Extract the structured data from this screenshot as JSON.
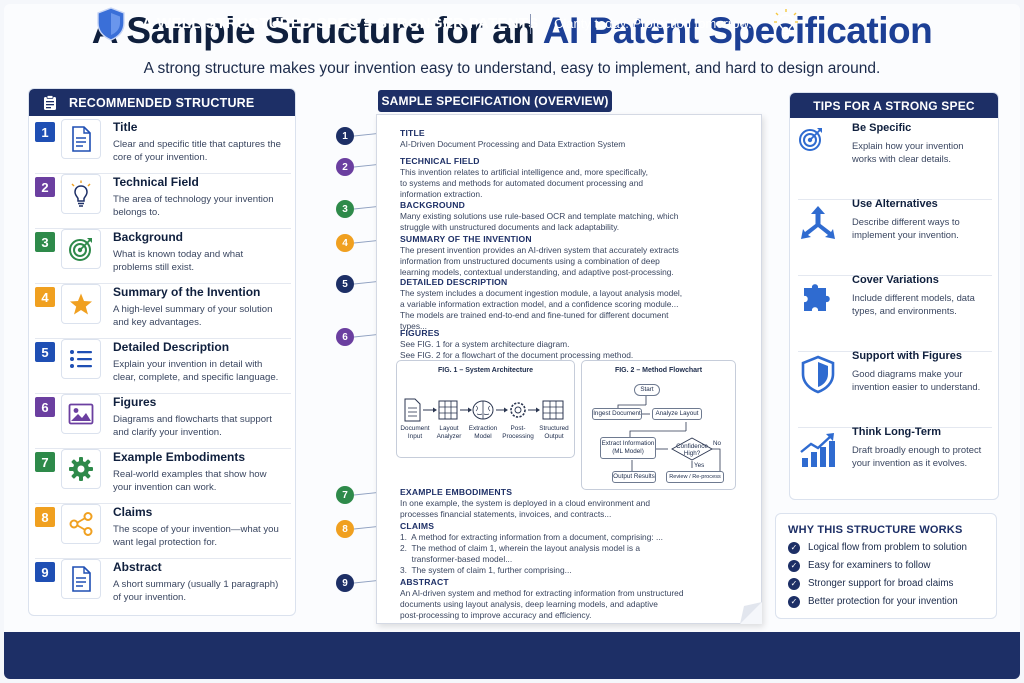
{
  "header": {
    "title_part1": "A Sample Structure for an ",
    "title_part2": "AI Patent Specification",
    "subtitle": "A strong structure makes your invention easy to understand, easy to implement, and hard to design around."
  },
  "colors": {
    "navy": "#1d2f66",
    "blue": "#1f4fb4",
    "purple": "#6b3fa0",
    "green": "#2e8a4a",
    "orange": "#f0a020"
  },
  "recommended": {
    "header": "RECOMMENDED STRUCTURE",
    "items": [
      {
        "num": "1",
        "color": "#1f4fb4",
        "icon": "document-icon",
        "title": "Title",
        "desc": "Clear and specific title that captures the core of your invention."
      },
      {
        "num": "2",
        "color": "#6b3fa0",
        "icon": "lightbulb-icon",
        "title": "Technical Field",
        "desc": "The area of technology your invention belongs to."
      },
      {
        "num": "3",
        "color": "#2e8a4a",
        "icon": "target-icon",
        "title": "Background",
        "desc": "What is known today and what problems still exist."
      },
      {
        "num": "4",
        "color": "#f0a020",
        "icon": "star-icon",
        "title": "Summary of the Invention",
        "desc": "A high-level summary of your solution and key advantages."
      },
      {
        "num": "5",
        "color": "#1f4fb4",
        "icon": "list-icon",
        "title": "Detailed Description",
        "desc": "Explain your invention in detail with clear, complete, and specific language."
      },
      {
        "num": "6",
        "color": "#6b3fa0",
        "icon": "image-icon",
        "title": "Figures",
        "desc": "Diagrams and flowcharts that support and clarify your invention."
      },
      {
        "num": "7",
        "color": "#2e8a4a",
        "icon": "gear-icon",
        "title": "Example Embodiments",
        "desc": "Real-world examples that show how your invention can work."
      },
      {
        "num": "8",
        "color": "#f0a020",
        "icon": "share-icon",
        "title": "Claims",
        "desc": "The scope of your invention—what you want legal protection for."
      },
      {
        "num": "9",
        "color": "#1f4fb4",
        "icon": "document-icon",
        "title": "Abstract",
        "desc": "A short summary (usually 1 paragraph) of your invention."
      }
    ]
  },
  "sample": {
    "header": "SAMPLE SPECIFICATION (OVERVIEW)",
    "sections": [
      {
        "num": "1",
        "color": "#1d2f66",
        "title": "TITLE",
        "lines": [
          "AI-Driven Document Processing and Data Extraction System"
        ]
      },
      {
        "num": "2",
        "color": "#6b3fa0",
        "title": "TECHNICAL FIELD",
        "lines": [
          "This invention relates to artificial intelligence and, more specifically,",
          "to systems and methods for automated document processing and",
          "information extraction."
        ]
      },
      {
        "num": "3",
        "color": "#2e8a4a",
        "title": "BACKGROUND",
        "lines": [
          "Many existing solutions use rule-based OCR and template matching, which",
          "struggle with unstructured documents and lack adaptability."
        ]
      },
      {
        "num": "4",
        "color": "#f0a020",
        "title": "SUMMARY OF THE INVENTION",
        "lines": [
          "The present invention provides an AI-driven system that accurately extracts",
          "information from unstructured documents using a combination of deep",
          "learning models, contextual understanding, and adaptive post-processing."
        ]
      },
      {
        "num": "5",
        "color": "#1d2f66",
        "title": "DETAILED DESCRIPTION",
        "lines": [
          "The system includes a document ingestion module, a layout analysis model,",
          "a variable information extraction model, and a confidence scoring module...",
          "The models are trained end-to-end and fine-tuned for different document",
          "types..."
        ]
      },
      {
        "num": "6",
        "color": "#6b3fa0",
        "title": "FIGURES",
        "lines": [
          "See FIG. 1 for a system architecture diagram.",
          "See FIG. 2 for a flowchart of the document processing method."
        ]
      },
      {
        "num": "7",
        "color": "#2e8a4a",
        "title": "EXAMPLE EMBODIMENTS",
        "lines": [
          "In one example, the system is deployed in a cloud environment and",
          "processes financial statements, invoices, and contracts..."
        ]
      },
      {
        "num": "8",
        "color": "#f0a020",
        "title": "CLAIMS",
        "lines": [
          "1.  A method for extracting information from a document, comprising: ...",
          "2.  The method of claim 1, wherein the layout analysis model is a",
          "     transformer-based model...",
          "3.  The system of claim 1, further comprising..."
        ]
      },
      {
        "num": "9",
        "color": "#1d2f66",
        "title": "ABSTRACT",
        "lines": [
          "An AI-driven system and method for extracting information from unstructured",
          "documents using layout analysis, deep learning models, and adaptive",
          "post-processing to improve accuracy and efficiency."
        ]
      }
    ],
    "fig1": {
      "title": "FIG. 1 – System Architecture",
      "nodes": [
        "Document\nInput",
        "Layout\nAnalyzer",
        "Extraction\nModel",
        "Post-\nProcessing",
        "Structured\nOutput"
      ]
    },
    "fig2": {
      "title": "FIG. 2 – Method Flowchart",
      "start": "Start",
      "ingest": "Ingest Document",
      "analyze": "Analyze Layout",
      "extract": "Extract Information\n(ML Model)",
      "decision": "Confidence\nHigh?",
      "no": "No",
      "yes": "Yes",
      "output": "Output Results",
      "review": "Review / Re-process"
    }
  },
  "tips": {
    "header": "TIPS FOR A STRONG SPEC",
    "items": [
      {
        "icon": "target-icon",
        "title": "Be Specific",
        "desc": "Explain how your invention works with clear details."
      },
      {
        "icon": "arrows-split-icon",
        "title": "Use Alternatives",
        "desc": "Describe different ways to implement your invention."
      },
      {
        "icon": "puzzle-icon",
        "title": "Cover Variations",
        "desc": "Include different models, data types, and environments."
      },
      {
        "icon": "shield-icon",
        "title": "Support with Figures",
        "desc": "Good diagrams make your invention easier to understand."
      },
      {
        "icon": "growth-chart-icon",
        "title": "Think Long-Term",
        "desc": "Draft broadly enough to protect your invention as it evolves."
      }
    ]
  },
  "why": {
    "title": "WHY THIS STRUCTURE WORKS",
    "items": [
      "Logical flow from problem to solution",
      "Easy for examiners to follow",
      "Stronger support for broad claims",
      "Better protection for your invention"
    ]
  },
  "footer": {
    "main": "A WELL-STRUCTURED SPEC = STRONGER PATENTS",
    "tagline": "Clarity today. Protection tomorrow."
  }
}
